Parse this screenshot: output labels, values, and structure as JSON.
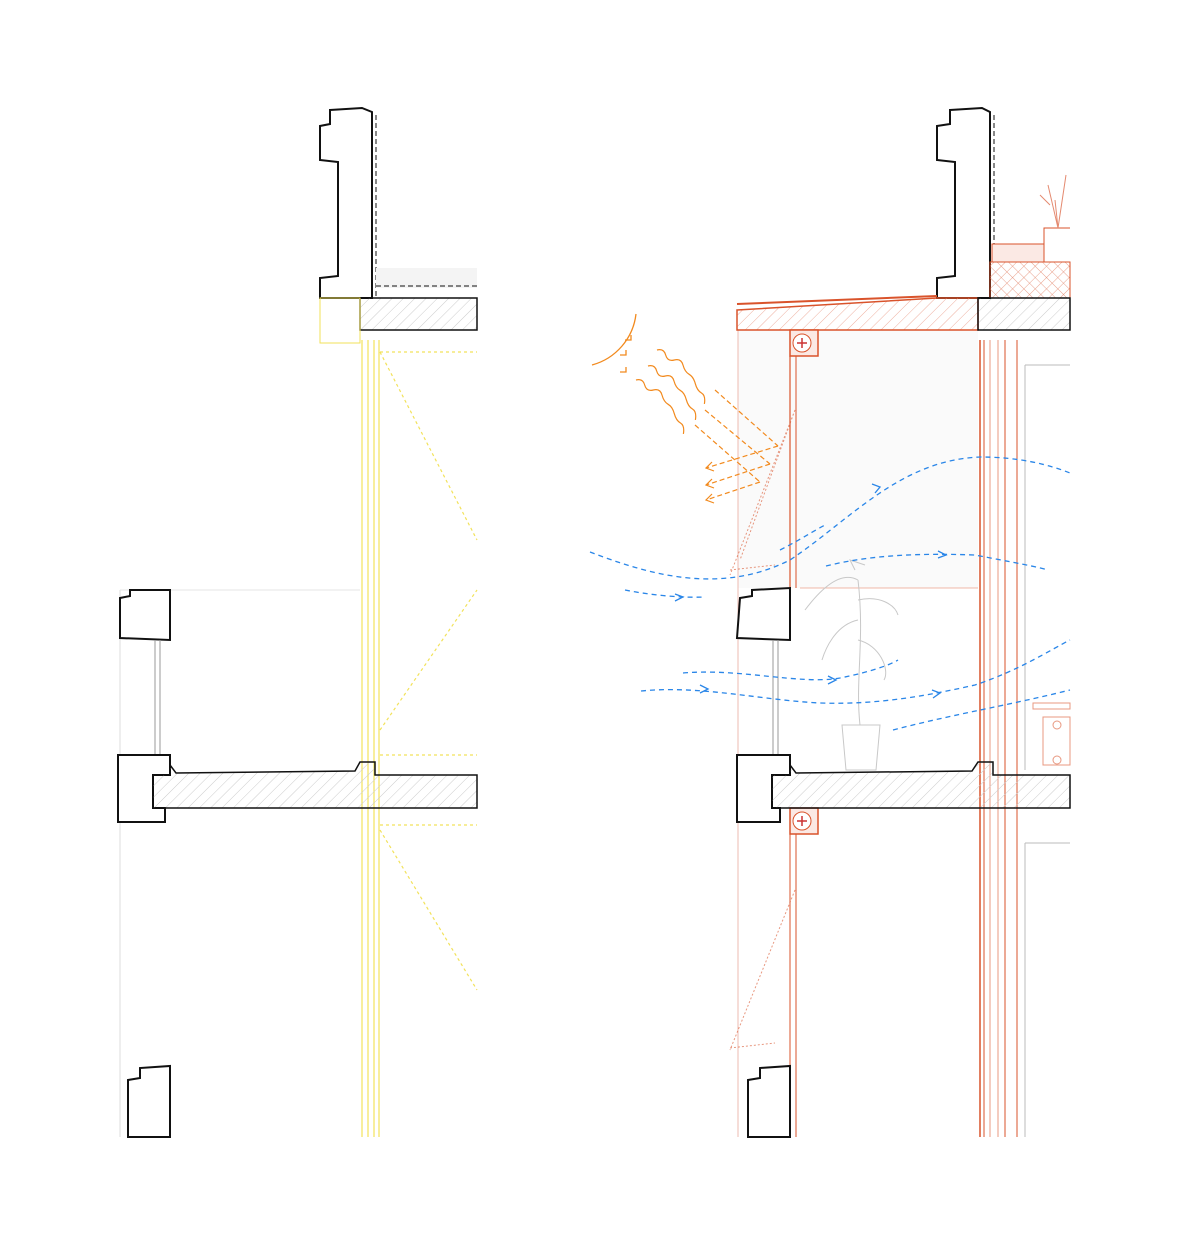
{
  "drawing": {
    "type": "facade-section-comparison",
    "panels": [
      "existing-section",
      "retrofit-section"
    ]
  },
  "colors": {
    "structure": "#111111",
    "existing_glazing": "#f2e25a",
    "retrofit_facade": "#d9532b",
    "sun_rays": "#f28a1e",
    "air_flow": "#2a86e8",
    "furniture": "#bbbbbb"
  }
}
